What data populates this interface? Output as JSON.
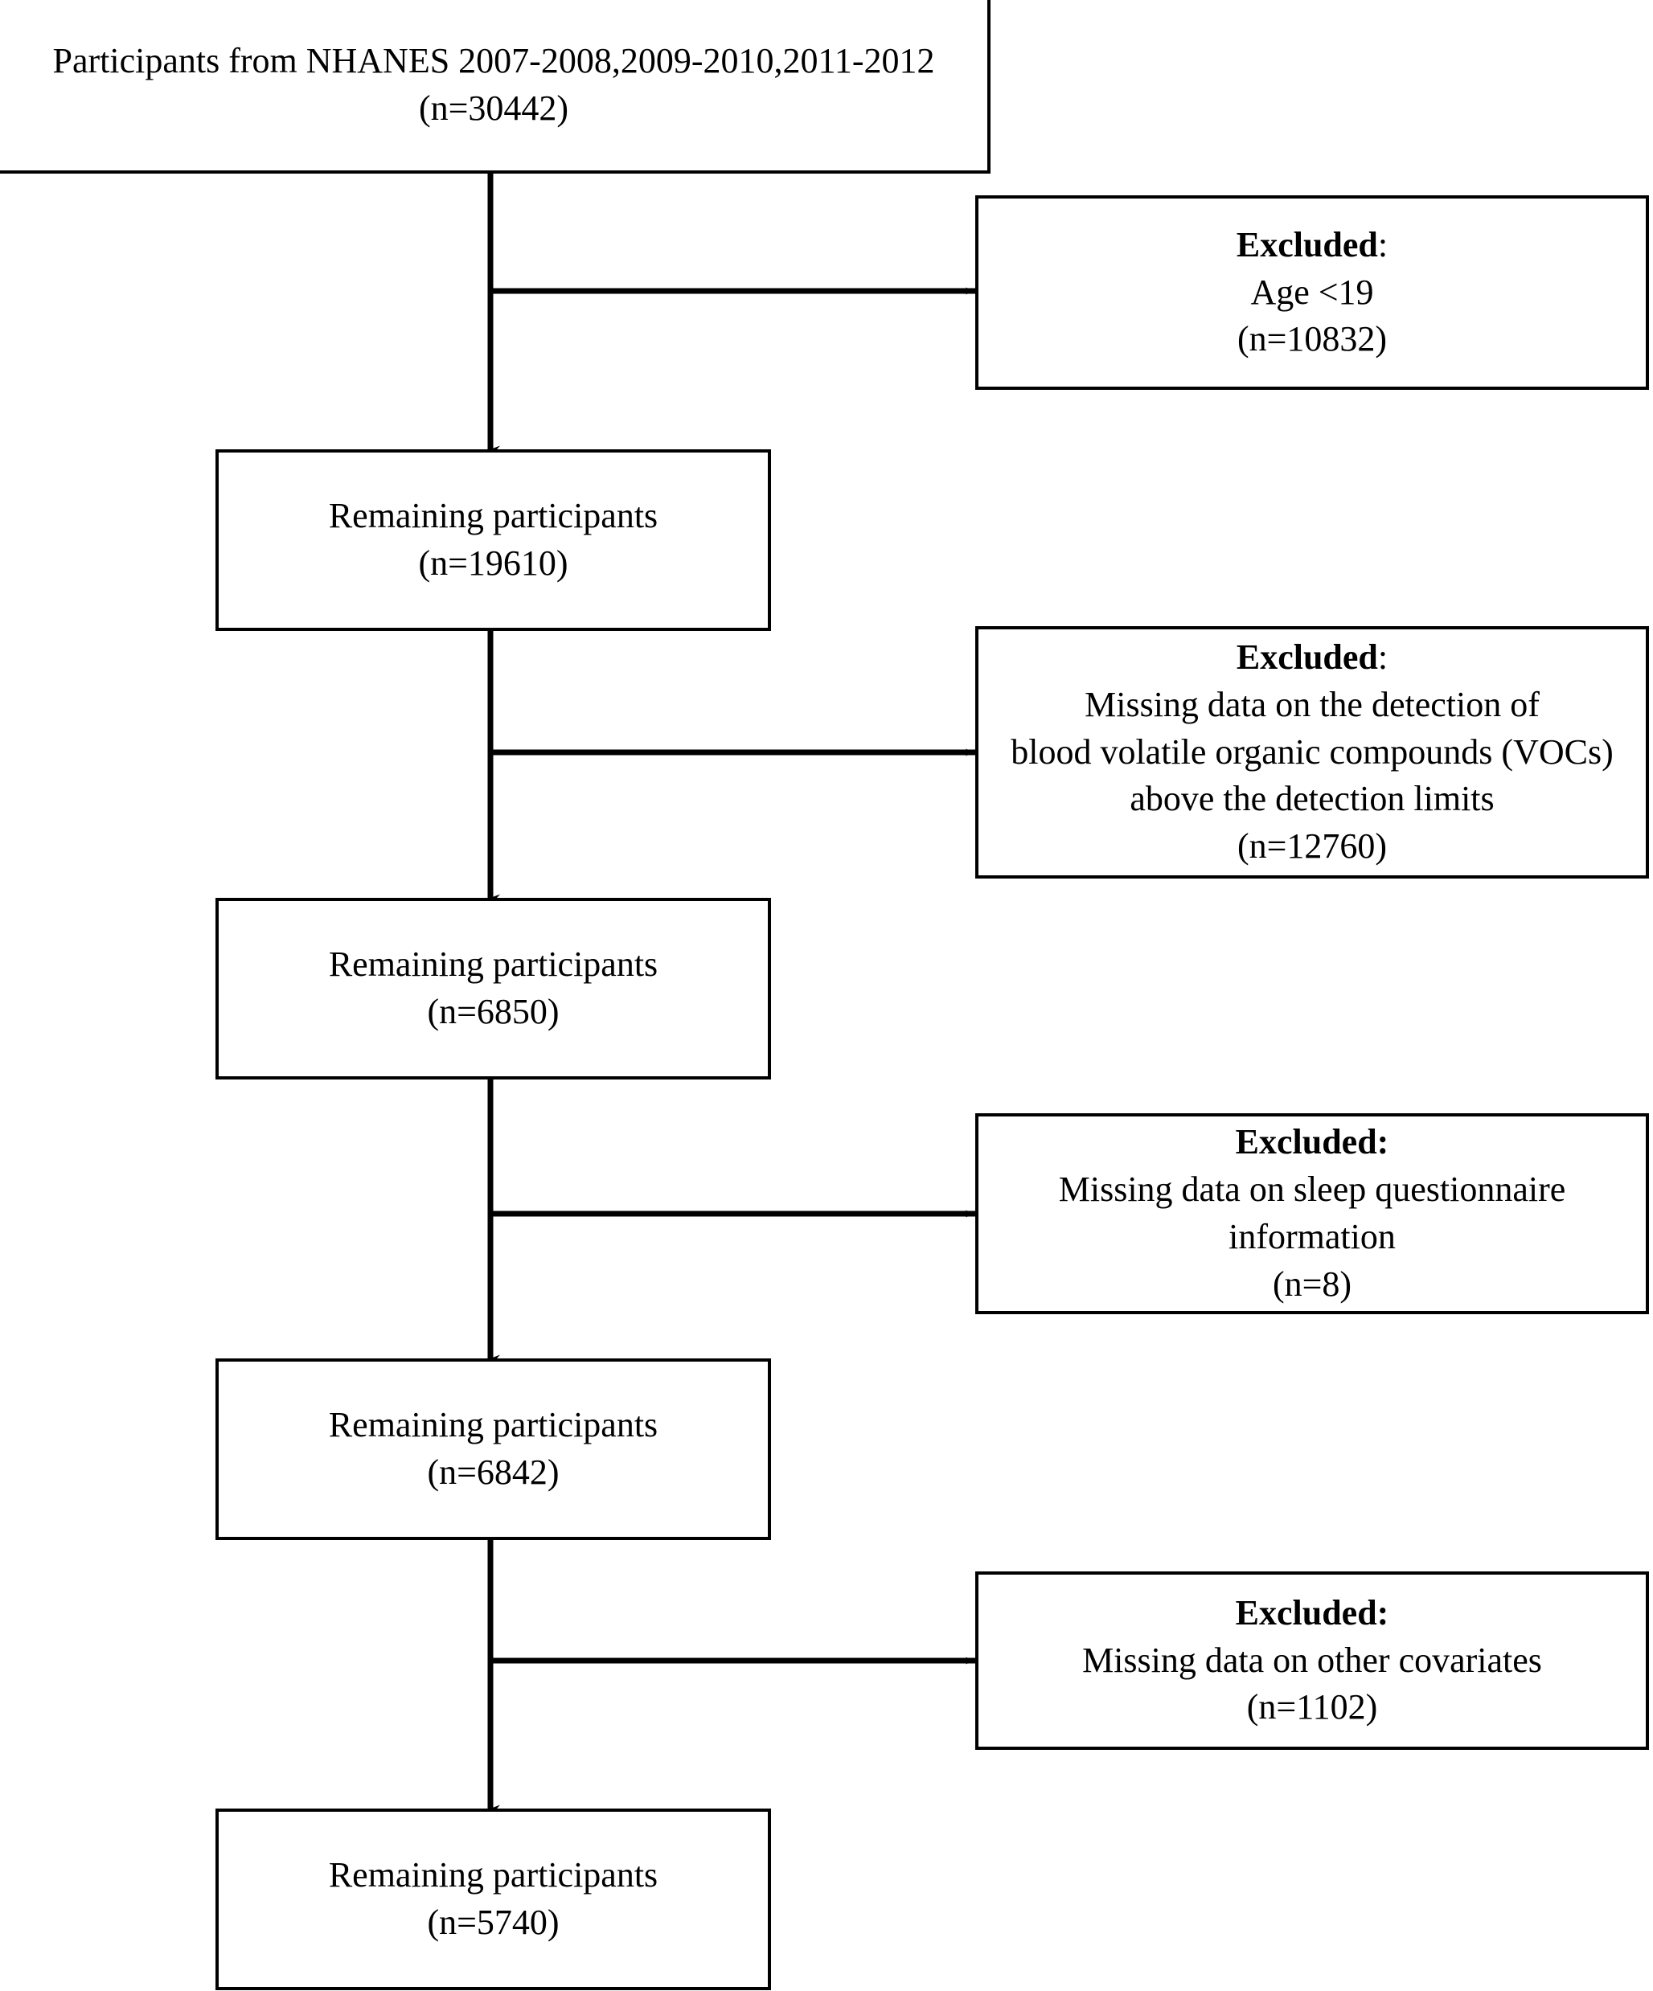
{
  "figure": {
    "type": "flowchart",
    "orientation": "top-to-bottom with right-side exclusion branches",
    "line_color": "#000000",
    "background_color": "#ffffff"
  },
  "nodes": {
    "start": {
      "line1": "Participants from NHANES 2007-2008,2009-2010,2011-2012",
      "line2": "(n=30442)"
    },
    "excluded_age": {
      "heading": "Excluded",
      "heading_suffix": ":",
      "line1": "Age <19",
      "line2": "(n=10832)"
    },
    "remaining_19610": {
      "line1": "Remaining participants",
      "line2": "(n=19610)"
    },
    "excluded_voc": {
      "heading": "Excluded",
      "heading_suffix": ":",
      "line1": "Missing data on the detection of",
      "line2": "blood volatile organic compounds (VOCs)",
      "line3": "above the detection limits",
      "line4": "(n=12760)"
    },
    "remaining_6850": {
      "line1": "Remaining participants",
      "line2": "(n=6850)"
    },
    "excluded_sleep": {
      "heading": "Excluded:",
      "heading_suffix": "",
      "line1": "Missing data on sleep questionnaire",
      "line2": "information",
      "line3": "(n=8)"
    },
    "remaining_6842": {
      "line1": "Remaining participants",
      "line2": "(n=6842)"
    },
    "excluded_covariates": {
      "heading": "Excluded:",
      "heading_suffix": "",
      "line1": "Missing data on other covariates",
      "line2": "(n=1102)"
    },
    "remaining_5740": {
      "line1": "Remaining participants",
      "line2": "(n=5740)"
    }
  },
  "chart_data": {
    "type": "flow",
    "title": "",
    "steps": [
      {
        "label": "Participants from NHANES 2007-2008,2009-2010,2011-2012",
        "n": 30442
      },
      {
        "label": "Remaining participants",
        "n": 19610
      },
      {
        "label": "Remaining participants",
        "n": 6850
      },
      {
        "label": "Remaining participants",
        "n": 6842
      },
      {
        "label": "Remaining participants",
        "n": 5740
      }
    ],
    "exclusions": [
      {
        "label": "Age <19",
        "n": 10832
      },
      {
        "label": "Missing data on the detection of blood volatile organic compounds (VOCs) above the detection limits",
        "n": 12760
      },
      {
        "label": "Missing data on sleep questionnaire information",
        "n": 8
      },
      {
        "label": "Missing data on other covariates",
        "n": 1102
      }
    ]
  }
}
